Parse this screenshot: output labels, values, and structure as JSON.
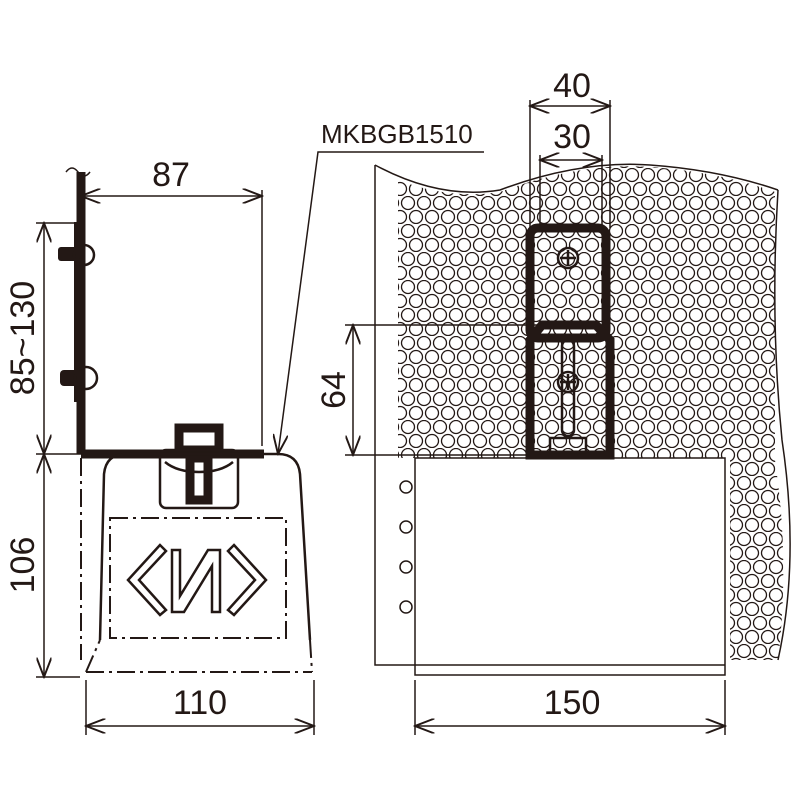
{
  "dimensions": {
    "bracket_outer_width": "40",
    "bracket_inner_width": "30",
    "part_number": "MKBGB1510",
    "bracket_reach": "87",
    "height_range": "85~130",
    "slot_height": "64",
    "base_height": "106",
    "base_width": "110",
    "block_width": "150"
  },
  "colors": {
    "line": "#231815",
    "background": "#ffffff"
  }
}
